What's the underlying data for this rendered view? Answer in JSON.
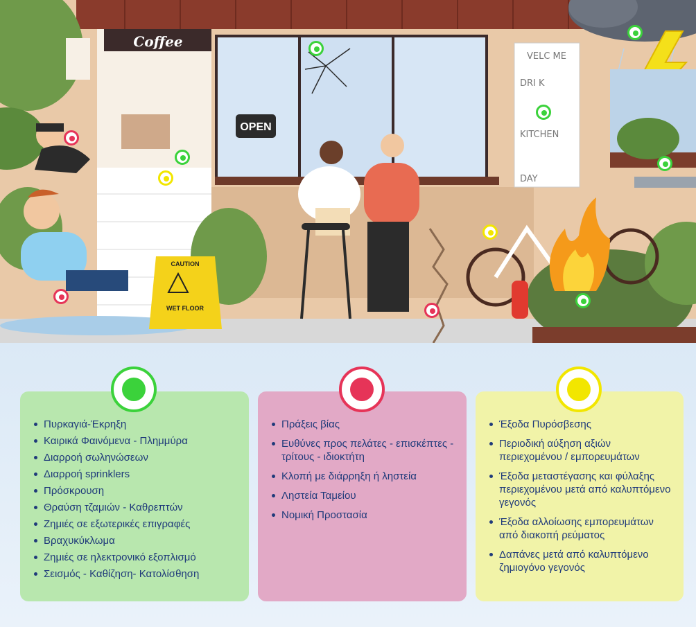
{
  "scene": {
    "coffee_sign": "Coffee",
    "open_sign": "OPEN",
    "menu_board_lines": [
      "VELC ME",
      "DRI K",
      "KITCHEN",
      "DAY"
    ],
    "caution_sign_top": "CAUTION",
    "caution_sign_bottom": "WET FLOOR"
  },
  "colors": {
    "green": "#3bd23b",
    "red": "#e63458",
    "yellow": "#f2e600",
    "text": "#1f3a7a"
  },
  "categories": [
    {
      "marker": "green",
      "items": [
        "Πυρκαγιά-Έκρηξη",
        "Καιρικά Φαινόμενα - Πλημμύρα",
        "Διαρροή σωληνώσεων",
        "Διαρροή sprinklers",
        "Πρόσκρουση",
        "Θραύση τζαμιών - Καθρεπτών",
        "Ζημιές σε εξωτερικές επιγραφές",
        "Βραχυκύκλωμα",
        "Ζημιές σε ηλεκτρονικό εξοπλισμό",
        "Σεισμός - Καθίζηση- Κατολίσθηση"
      ]
    },
    {
      "marker": "red",
      "items": [
        "Πράξεις βίας",
        "Ευθύνες προς πελάτες - επισκέπτες - τρίτους - ιδιοκτήτη",
        "Κλοπή με διάρρηξη ή ληστεία",
        "Ληστεία Ταμείου",
        "Νομική Προστασία"
      ]
    },
    {
      "marker": "yellow",
      "items": [
        "Έξοδα Πυρόσβεσης",
        "Περιοδική αύξηση αξιών περιεχομένου / εμπορευμάτων",
        "Έξοδα μεταστέγασης και φύλαξης περιεχομένου μετά από καλυπτόμενο γεγονός",
        "Έξοδα αλλοίωσης εμπορευμάτων από διακοπή ρεύματος",
        "Δαπάνες μετά από καλυπτόμενο ζημιογόνο γεγονός"
      ]
    }
  ]
}
